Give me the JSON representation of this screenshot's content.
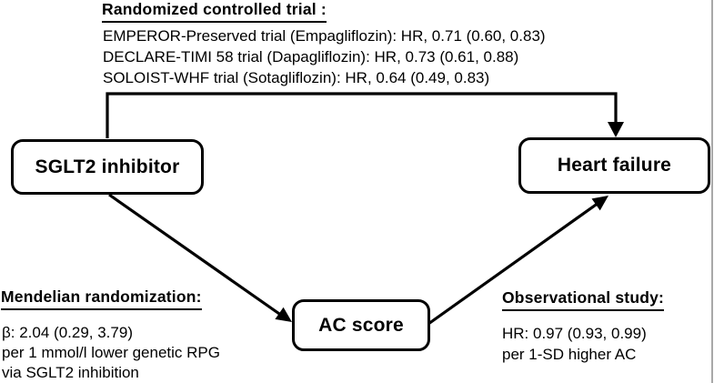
{
  "figure": {
    "background": "#ffffff",
    "ink_color": "#000000",
    "edge_border_color": "#a8a8a8",
    "type": "mediation-pathway-diagram"
  },
  "nodes": {
    "exposure": {
      "label": "SGLT2 inhibitor"
    },
    "mediator": {
      "label": "AC score"
    },
    "outcome": {
      "label": "Heart failure"
    }
  },
  "rct": {
    "heading": "Randomized controlled trial :",
    "lines": [
      "EMPEROR-Preserved trial (Empagliflozin): HR, 0.71 (0.60, 0.83)",
      "DECLARE-TIMI 58 trial (Dapagliflozin): HR, 0.73 (0.61, 0.88)",
      "SOLOIST-WHF trial (Sotagliflozin): HR, 0.64 (0.49, 0.83)"
    ]
  },
  "mendelian": {
    "heading": "Mendelian randomization:",
    "lines": [
      "β: 2.04 (0.29, 3.79)",
      "per 1 mmol/l lower genetic RPG",
      "via SGLT2 inhibition"
    ]
  },
  "observational": {
    "heading": "Observational study:",
    "lines": [
      "HR: 0.97 (0.93, 0.99)",
      "per 1-SD higher AC"
    ]
  }
}
